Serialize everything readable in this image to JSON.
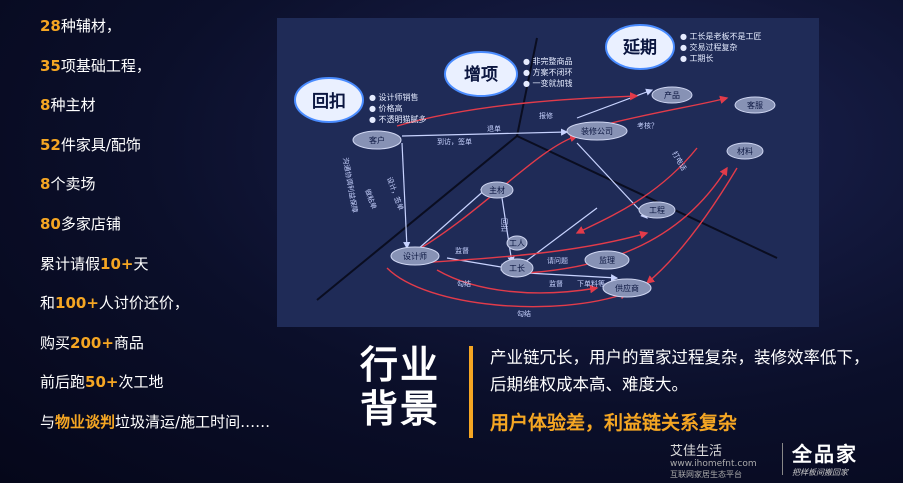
{
  "stats": [
    {
      "num": "28",
      "text": "种辅材，"
    },
    {
      "num": "35",
      "text": "项基础工程，"
    },
    {
      "num": "8",
      "text": "种主材"
    },
    {
      "num": "52",
      "text": "件家具/配饰"
    },
    {
      "num": "8",
      "text": "个卖场"
    },
    {
      "num": "80",
      "text": "多家店铺"
    },
    {
      "pre": "累计请假",
      "num": "10+",
      "text": "天"
    },
    {
      "pre": "和",
      "num": "100+",
      "text": "人讨价还价，"
    },
    {
      "pre": "购买",
      "num": "200+",
      "text": "商品"
    },
    {
      "pre": "前后跑",
      "num": "50+",
      "text": "次工地"
    },
    {
      "pre": "与",
      "num": "物业谈判",
      "text": "垃圾清运/施工时间……"
    }
  ],
  "diagram": {
    "bubbles": [
      {
        "label": "回扣",
        "items": [
          "设计师销售",
          "价格高",
          "不透明猫腻多"
        ]
      },
      {
        "label": "增项",
        "items": [
          "非完整商品",
          "方案不闭环",
          "一变就加钱"
        ]
      },
      {
        "label": "延期",
        "items": [
          "工长是老板不是工匠",
          "交易过程复杂",
          "工期长"
        ]
      }
    ],
    "nodes": [
      "客户",
      "装修公司",
      "产品",
      "客服",
      "设计师",
      "工长",
      "监理",
      "供应商",
      "主材",
      "工程",
      "材料",
      "工人"
    ],
    "edge_labels": [
      "到访，签单",
      "退单",
      "报修",
      "考核？",
      "沟通协调利益保障",
      "做粘单",
      "设计，签单",
      "回扣",
      "打电话",
      "监督",
      "勾结",
      "勾结",
      "下单料等",
      "请问题",
      "监督"
    ]
  },
  "headline": "行业背景",
  "paragraph": "产业链冗长，用户的置家过程复杂，装修效率低下，后期维权成本高、难度大。",
  "conclusion": "用户体验差，利益链关系复杂",
  "logo1": {
    "name": "艾佳生活",
    "url": "www.ihomefnt.com",
    "slogan": "互联网家居生态平台"
  },
  "logo2": {
    "name": "全品家",
    "slogan": "把样板间搬回家"
  },
  "colors": {
    "accent": "#f5a623"
  }
}
